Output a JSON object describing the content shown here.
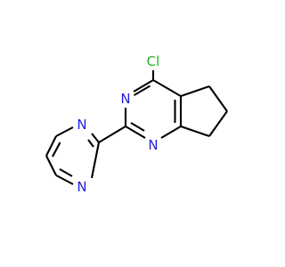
{
  "molecule": {
    "atoms": {
      "cl": "Cl",
      "n_pyr_top": "N",
      "n_pyr_bottom": "N",
      "n_pym_top": "N",
      "n_pym_bottom": "N"
    },
    "colors": {
      "bond": "#000000",
      "nitrogen": "#1f1fe0",
      "chlorine": "#22b422"
    }
  }
}
